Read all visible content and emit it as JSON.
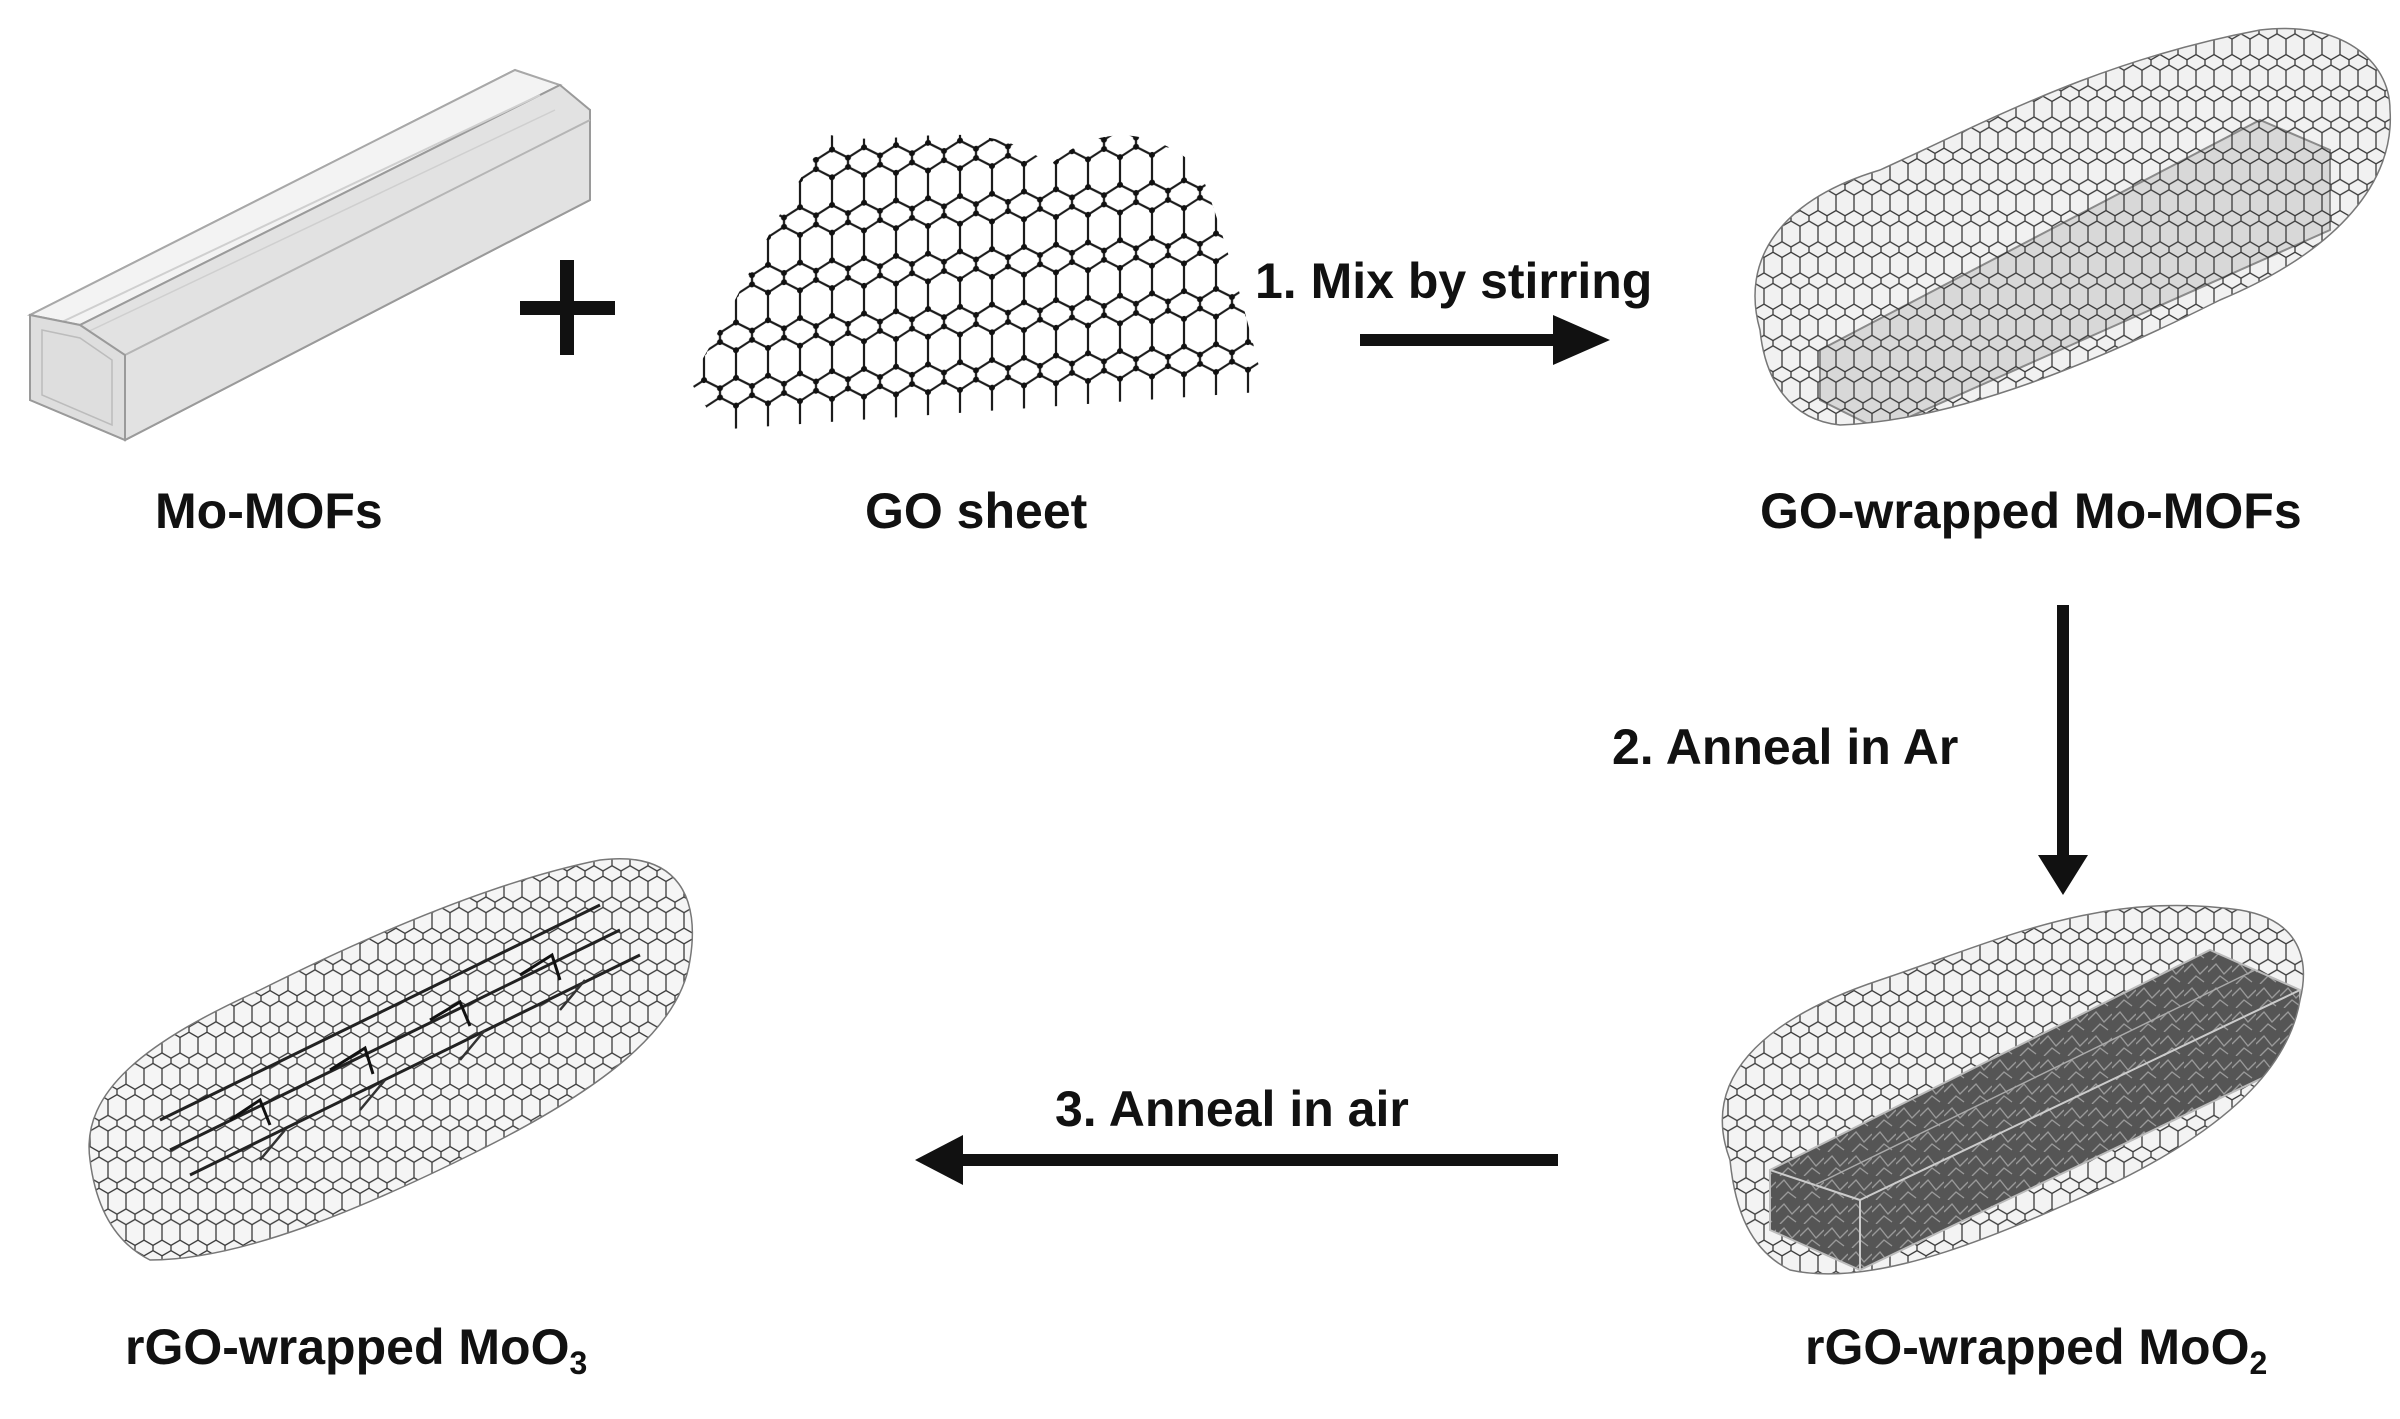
{
  "labels": {
    "mo_mofs": "Mo-MOFs",
    "go_sheet": "GO sheet",
    "go_wrapped": "GO-wrapped Mo-MOFs",
    "rgo_moo2_base": "rGO-wrapped MoO",
    "rgo_moo2_sub": "2",
    "rgo_moo3_base": "rGO-wrapped MoO",
    "rgo_moo3_sub": "3"
  },
  "steps": {
    "step1": "1. Mix by stirring",
    "step2": "2. Anneal in Ar",
    "step3": "3. Anneal in air"
  },
  "symbols": {
    "plus": "+"
  },
  "colors": {
    "ink": "#111111",
    "mesh": "#3a3a3a",
    "mof_outline": "#9a9a9a",
    "mof_fill": "#e6e6e6",
    "moo2_fill": "#4a4a4a"
  }
}
